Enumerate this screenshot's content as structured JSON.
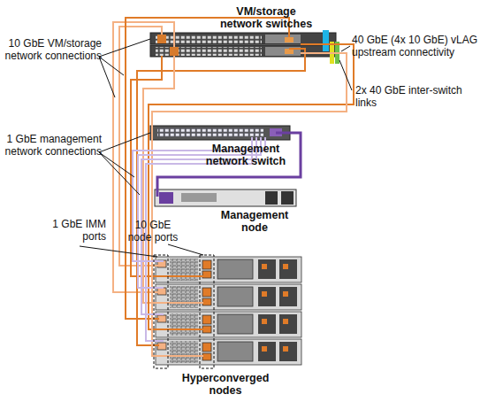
{
  "diagram": {
    "nodes": [
      {
        "text": [
          "VM/storage network switches"
        ]
      },
      {
        "text": [
          "Management network switch"
        ]
      },
      {
        "text": [
          "Management node"
        ]
      },
      {
        "text": [
          "Hyperconverged nodes"
        ]
      }
    ],
    "labels": [
      "40 GbE (4x 10 GbE) vLAG upstream connectivity",
      "2x 40 GbE inter-switch links",
      "10 GbE VM/storage network connections",
      "1 GbE management network connections",
      "1 GbE IMM ports",
      "10 GbE node ports"
    ]
  }
}
